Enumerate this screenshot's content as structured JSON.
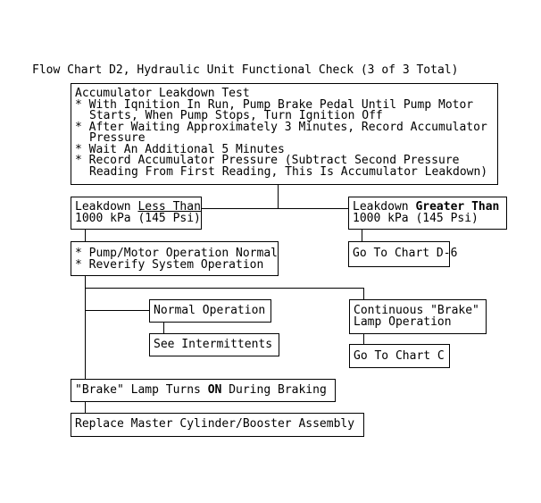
{
  "title": "Flow Chart D2, Hydraulic Unit Functional Check (3 of 3 Total)",
  "nodes": {
    "test": {
      "heading": "Accumulator Leakdown Test",
      "lines": [
        "* With Iqnition In Run, Pump Brake Pedal Until Pump Motor",
        "Starts, When Pump Stops, Turn Ignition Off",
        "* After Waiting Approximately 3 Minutes, Record Accumulator",
        "Pressure",
        "* Wait An Additional 5 Minutes",
        "* Record Accumulator Pressure (Subtract Second Pressure",
        "Reading From First Reading, This Is Accumulator Leakdown)"
      ]
    },
    "less": {
      "prefix": "Leakdown ",
      "emphasis": "Less Than",
      "line2": "1000 kPa (145 Psi)"
    },
    "greater": {
      "prefix": "Leakdown ",
      "emphasis": "Greater Than",
      "line2": "1000 kPa (145 Psi)"
    },
    "pump": {
      "lines": [
        "* Pump/Motor Operation Normal",
        "* Reverify System Operation"
      ]
    },
    "goto_d6": "Go To Chart D-6",
    "normal": "Normal Operation",
    "intermittents": "See Intermittents",
    "continuous": {
      "lines": [
        "Continuous \"Brake\"",
        "Lamp Operation"
      ]
    },
    "goto_c": "Go To Chart C",
    "brake_on": {
      "prefix": "\"Brake\" Lamp Turns ",
      "emphasis": "ON",
      "suffix": " During Braking"
    },
    "replace": "Replace Master Cylinder/Booster Assembly"
  }
}
